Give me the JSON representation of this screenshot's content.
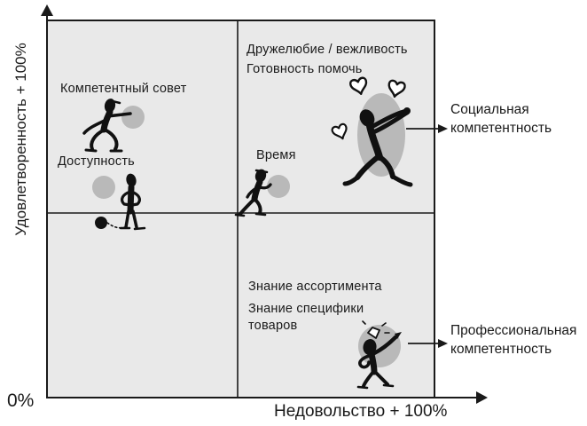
{
  "axes": {
    "y_label": "Удовлетворенность + 100%",
    "x_label": "Недовольство + 100%",
    "origin_label": "0%"
  },
  "factors": {
    "competent_advice": "Компетентный совет",
    "accessibility": "Доступность",
    "friendliness_politeness": "Дружелюбие / вежливость",
    "readiness_to_help": "Готовность помочь",
    "time": "Время",
    "assortment_knowledge": "Знание ассортимента",
    "product_specifics_knowledge": "Знание специфики товаров"
  },
  "callouts": {
    "social_competence": "Социальная компетентность",
    "professional_competence": "Профессиональная компетентность"
  },
  "icons": {
    "pointing_figure": "stick figure pointing a stick at a gray dot",
    "akimbo_figure_with_ball": "stick figure with hands on hips, black ball on dotted path",
    "running_figure": "running stick figure beside a gray dot",
    "kneeling_figure_with_hearts": "kneeling proposing stick figure surrounded by heart outlines",
    "idea_figure": "stick figure with sparkle idea above head, arm raised"
  },
  "colors": {
    "panel_fill": "#e9e9e9",
    "bubble_gray": "#b9b9b9",
    "ink": "#111111"
  }
}
